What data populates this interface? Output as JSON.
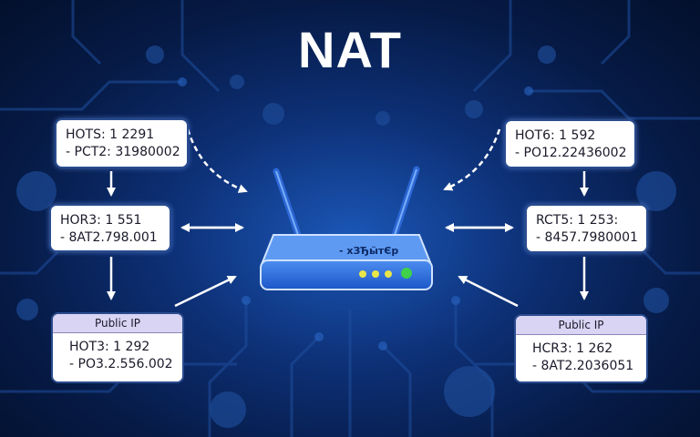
{
  "title": "NAT",
  "router": {
    "label": "- хЗЂӹтЄр"
  },
  "boxes": {
    "top_left": {
      "line1": "HOTS: 1 2291",
      "line2": "- PCT2: 31980002"
    },
    "mid_left": {
      "line1": "HOR3: 1 551",
      "line2": "- 8AT2.798.001"
    },
    "bottom_left": {
      "header": "Public IP",
      "line1": "HOT3: 1 292",
      "line2": "- PO3.2.556.002"
    },
    "top_right": {
      "line1": "HOT6: 1 592",
      "line2": "- PO12.22436002"
    },
    "mid_right": {
      "line1": "RCT5: 1 253:",
      "line2": "- 8457.7980001"
    },
    "bottom_right": {
      "header": "Public IP",
      "line1": "HCR3: 1 262",
      "line2": "- 8AT2.2036051"
    }
  },
  "colors": {
    "accent": "#1f6fe0",
    "led_yellow": "#e8e64a",
    "led_green": "#3fd14a"
  }
}
